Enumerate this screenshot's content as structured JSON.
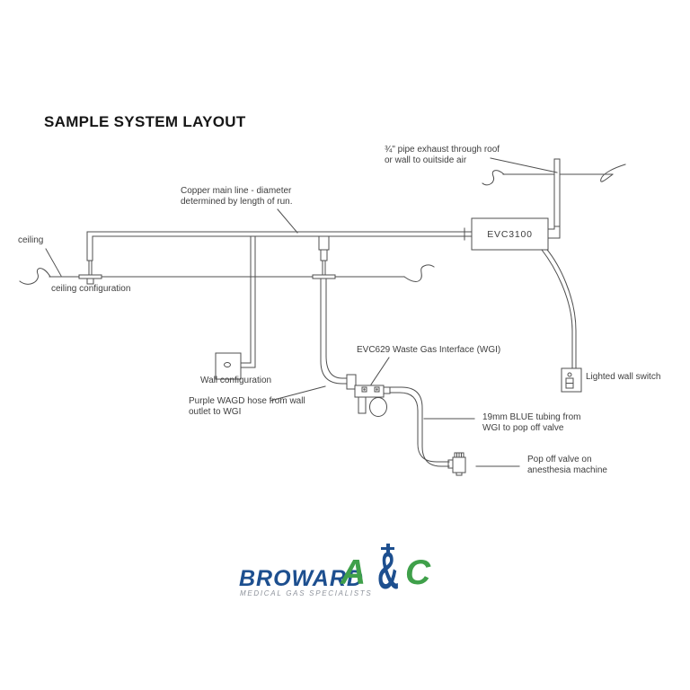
{
  "title": "SAMPLE SYSTEM LAYOUT",
  "labels": {
    "exhaust": {
      "line1": "¾\" pipe exhaust through roof",
      "line2": "or wall to ouitside air"
    },
    "copper": {
      "line1": "Copper main line - diameter",
      "line2": "determined by length of run."
    },
    "ceiling": "ceiling",
    "ceiling_config": "ceiling configuration",
    "wall_config": "Wall configuration",
    "wgi": "EVC629 Waste Gas Interface (WGI)",
    "wagd": {
      "line1": "Purple WAGD hose from wall",
      "line2": "outlet to WGI"
    },
    "switch": "Lighted wall switch",
    "tubing": {
      "line1": "19mm BLUE tubing from",
      "line2": "WGI to pop off valve"
    },
    "popoff": {
      "line1": "Pop off valve on",
      "line2": "anesthesia machine"
    }
  },
  "components": {
    "evc3100": "EVC3100"
  },
  "logo": {
    "brand": "BROWARD",
    "letter_a": "A",
    "ampersand": "&",
    "letter_c": "C",
    "tagline": "MEDICAL GAS SPECIALISTS",
    "colors": {
      "navy": "#1d4f8f",
      "green": "#3fa04a",
      "gray": "#8d929b"
    },
    "line_color": "#4f4f4f"
  }
}
